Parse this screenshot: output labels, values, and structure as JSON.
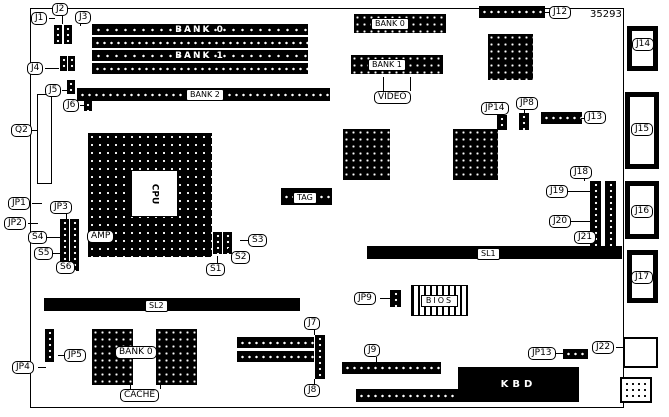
{
  "part_number": "35293",
  "labels": {
    "j1": "J1",
    "j2": "J2",
    "j3": "J3",
    "j4": "J4",
    "j5": "J5",
    "j6": "J6",
    "q2": "Q2",
    "jp1": "JP1",
    "jp2": "JP2",
    "jp3": "JP3",
    "s1": "S1",
    "s2": "S2",
    "s3": "S3",
    "s4": "S4",
    "s5": "S5",
    "s6": "S6",
    "jp4": "JP4",
    "jp5": "JP5",
    "jp8": "JP8",
    "jp9": "JP9",
    "jp13": "JP13",
    "jp14": "JP14",
    "j7": "J7",
    "j8": "J8",
    "j9": "J9",
    "j12": "J12",
    "j13": "J13",
    "j14": "J14",
    "j15": "J15",
    "j16": "J16",
    "j17": "J17",
    "j18": "J18",
    "j19": "J19",
    "j20": "J20",
    "j21": "J21",
    "j22": "J22"
  },
  "memory": {
    "simm_bank0": "BANK 0",
    "simm_bank1": "BANK 1",
    "bank2": "BANK 2"
  },
  "video": {
    "bank0": "BANK 0",
    "bank1": "BANK 1",
    "label": "VIDEO"
  },
  "cpu": {
    "label": "CPU",
    "amp": "AMP"
  },
  "cache": {
    "bank0": "BANK 0",
    "label": "CACHE",
    "tag": "TAG"
  },
  "slots": {
    "sl1": "SL1",
    "sl2": "SL2"
  },
  "chips": {
    "bios": "BIOS",
    "kbd": "KBD"
  },
  "colors": {
    "line": "#000000",
    "background": "#ffffff"
  }
}
